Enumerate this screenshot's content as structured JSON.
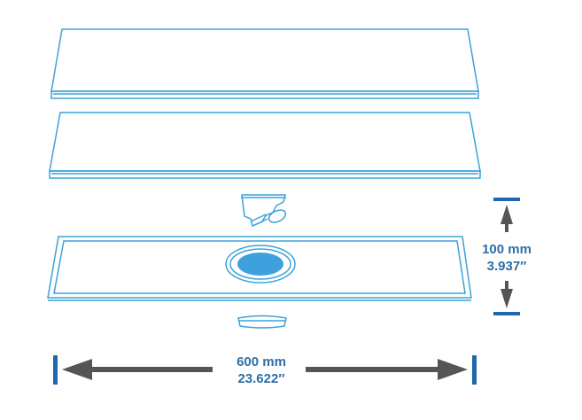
{
  "dimensions": {
    "height_mm": "100 mm",
    "height_in": "3.937″",
    "width_mm": "600 mm",
    "width_in": "23.622″"
  },
  "colors": {
    "line": "#3aa3dc",
    "fill": "#3ea0dd",
    "bar": "#1f68ad",
    "arrow": "#555555",
    "text": "#2f6ea8"
  }
}
